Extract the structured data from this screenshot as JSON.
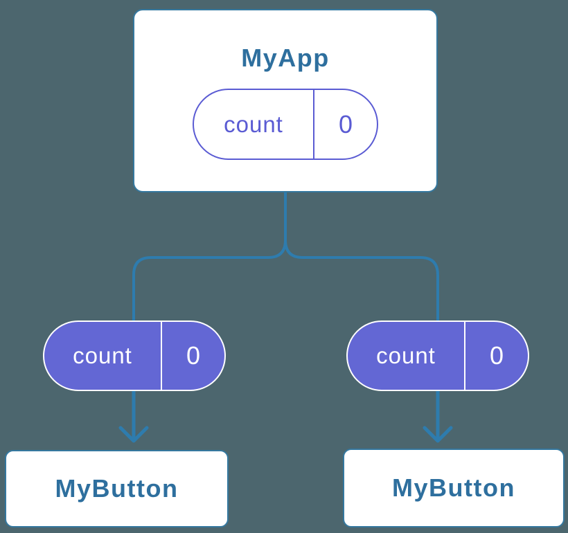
{
  "colors": {
    "background": "#4C666E",
    "connector": "#2E7CAE",
    "node_border": "#35789F",
    "node_title_text": "#2E6F9E",
    "state_pill_fill": "#6367D4",
    "state_pill_outline": "#5A5BD3",
    "node_background": "#FFFFFF"
  },
  "diagram": {
    "root": {
      "title": "MyApp",
      "state": {
        "name": "count",
        "value": "0"
      }
    },
    "children": [
      {
        "title": "MyButton",
        "prop": {
          "name": "count",
          "value": "0"
        }
      },
      {
        "title": "MyButton",
        "prop": {
          "name": "count",
          "value": "0"
        }
      }
    ]
  }
}
